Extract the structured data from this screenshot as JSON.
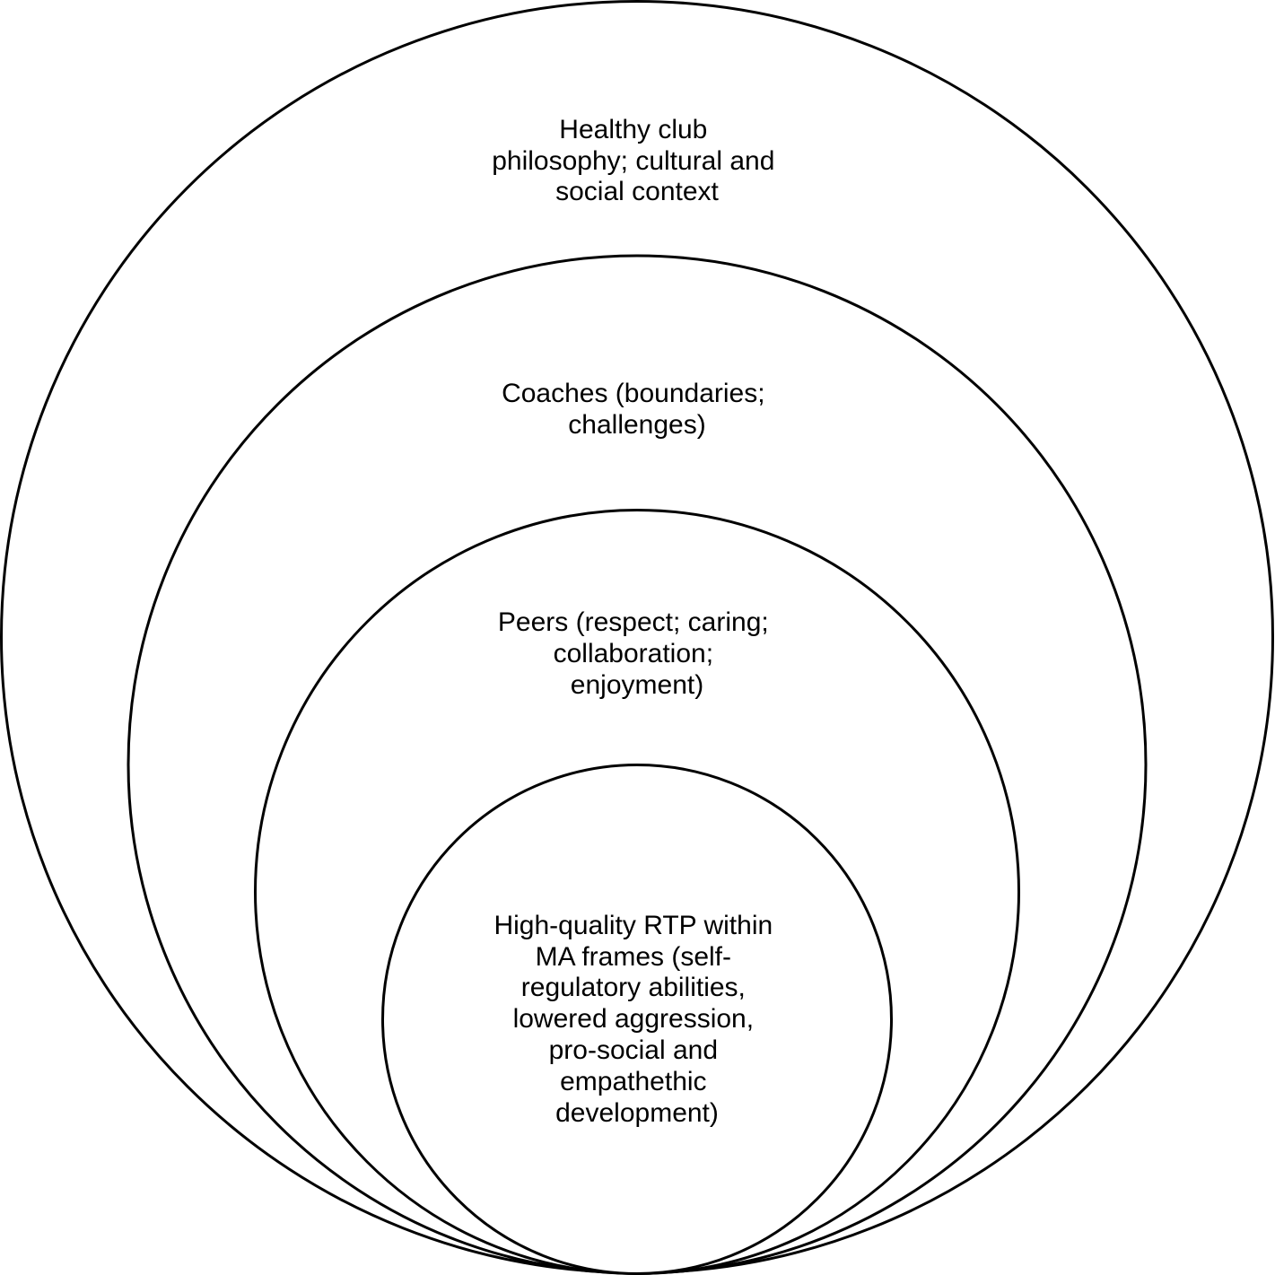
{
  "diagram": {
    "rings": [
      {
        "id": "outer",
        "lines": [
          "Healthy club",
          "philosophy; cultural and",
          "social context"
        ]
      },
      {
        "id": "coaches",
        "lines": [
          "Coaches (boundaries;",
          "challenges)"
        ]
      },
      {
        "id": "peers",
        "lines": [
          "Peers (respect; caring;",
          "collaboration;",
          "enjoyment)"
        ]
      },
      {
        "id": "core",
        "lines": [
          "High-quality RTP within",
          "MA frames (self-",
          "regulatory abilities,",
          "lowered aggression,",
          "pro-social and",
          "empathethic",
          "development)"
        ]
      }
    ],
    "colors": {
      "stroke": "#000000",
      "fill": "#ffffff",
      "text": "#000000"
    }
  }
}
